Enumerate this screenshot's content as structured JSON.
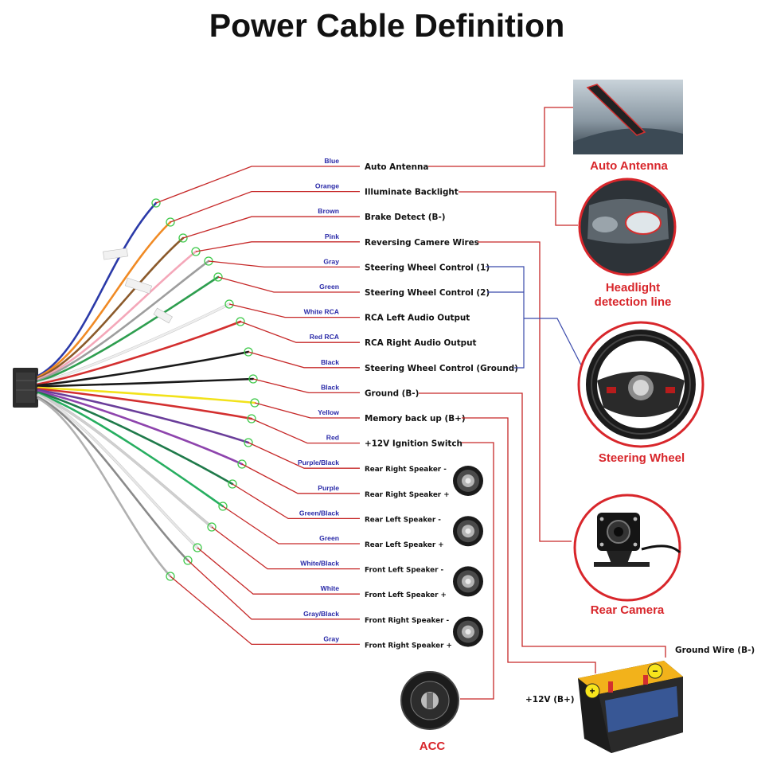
{
  "title": "Power Cable Definition",
  "wires": [
    {
      "color_name": "Blue",
      "function": "Auto Antenna",
      "hex": "#2b3aa8"
    },
    {
      "color_name": "Orange",
      "function": "Illuminate Backlight",
      "hex": "#f08a24"
    },
    {
      "color_name": "Brown",
      "function": "Brake Detect (B-)",
      "hex": "#8b5a2b"
    },
    {
      "color_name": "Pink",
      "function": "Reversing Camere Wires",
      "hex": "#f4a7b9"
    },
    {
      "color_name": "Gray",
      "function": "Steering Wheel Control (1)",
      "hex": "#9e9e9e"
    },
    {
      "color_name": "Green",
      "function": "Steering Wheel Control (2)",
      "hex": "#2e9e4f"
    },
    {
      "color_name": "White RCA",
      "function": "RCA Left Audio Output",
      "hex": "#eeeeee"
    },
    {
      "color_name": "Red RCA",
      "function": "RCA Right Audio Output",
      "hex": "#d32f2f"
    },
    {
      "color_name": "Black",
      "function": "Steering Wheel Control (Ground)",
      "hex": "#1a1a1a"
    },
    {
      "color_name": "Black",
      "function": "Ground (B-)",
      "hex": "#1a1a1a"
    },
    {
      "color_name": "Yellow",
      "function": "Memory back up (B+)",
      "hex": "#f2e21a"
    },
    {
      "color_name": "Red",
      "function": "+12V  Ignition Switch",
      "hex": "#d32f2f"
    },
    {
      "color_name": "Purple/Black",
      "function": "Rear Right Speaker -",
      "hex": "#6a3d9a"
    },
    {
      "color_name": "Purple",
      "function": "Rear Right Speaker +",
      "hex": "#8e44ad"
    },
    {
      "color_name": "Green/Black",
      "function": "Rear Left Speaker -",
      "hex": "#1f7a4a"
    },
    {
      "color_name": "Green",
      "function": "Rear Left Speaker +",
      "hex": "#27ae60"
    },
    {
      "color_name": "White/Black",
      "function": "Front Left Speaker -",
      "hex": "#cfcfcf"
    },
    {
      "color_name": "White",
      "function": "Front Left Speaker +",
      "hex": "#e6e6e6"
    },
    {
      "color_name": "Gray/Black",
      "function": "Front Right Speaker -",
      "hex": "#8a8a8a"
    },
    {
      "color_name": "Gray",
      "function": "Front Right Speaker +",
      "hex": "#b0b0b0"
    }
  ],
  "devices": {
    "auto_antenna": "Auto Antenna",
    "headlight_line1": "Headlight",
    "headlight_line2": "detection line",
    "steering_wheel": "Steering Wheel",
    "rear_camera": "Rear Camera",
    "acc": "ACC",
    "ground_wire": "Ground Wire (B-)",
    "plus12v": "+12V  (B+)"
  },
  "colors": {
    "accent_red": "#c62828",
    "label_red": "#d8262b",
    "control_blue": "#3949ab",
    "wire_label_blue": "#2a2aa8"
  },
  "icons": {
    "speaker": "speaker-icon",
    "ignition": "ignition-key-icon",
    "battery": "car-battery-icon"
  }
}
